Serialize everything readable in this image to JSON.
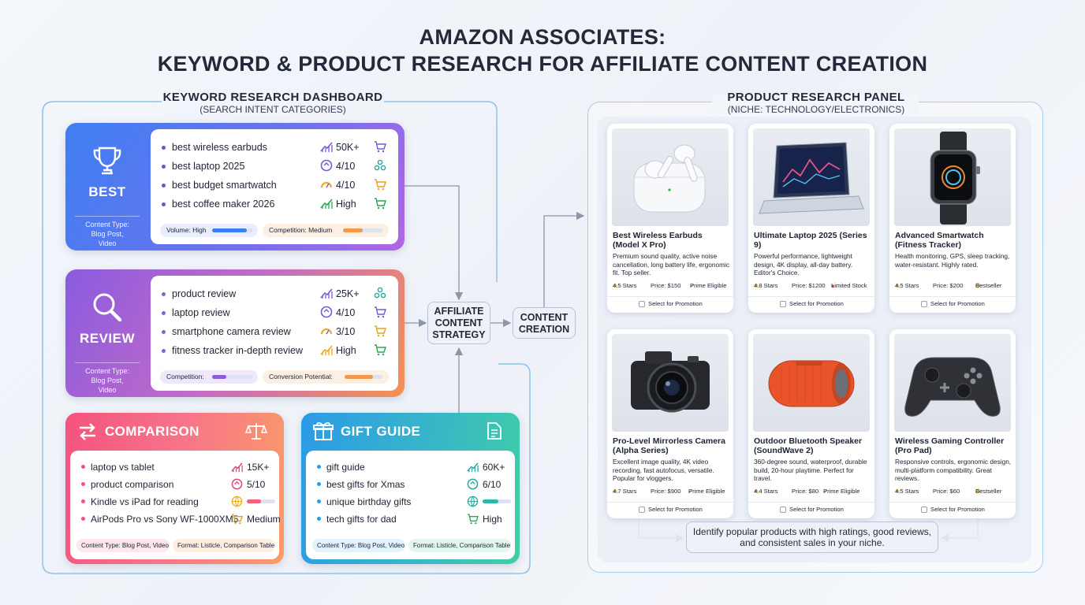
{
  "title_line1": "AMAZON ASSOCIATES:",
  "title_line2": "KEYWORD & PRODUCT RESEARCH FOR AFFILIATE CONTENT CREATION",
  "keyword_dashboard": {
    "title": "KEYWORD RESEARCH DASHBOARD",
    "subtitle": "(SEARCH INTENT CATEGORIES)",
    "best": {
      "name": "BEST",
      "content_type": "Content Type: Blog Post, Video",
      "rows": [
        {
          "keyword": "best wireless earbuds",
          "metric": "50K+"
        },
        {
          "keyword": "best laptop 2025",
          "metric": "4/10"
        },
        {
          "keyword": "best budget smartwatch",
          "metric": "4/10"
        },
        {
          "keyword": "best coffee maker 2026",
          "metric": "High"
        }
      ],
      "pill1": "Volume: High",
      "pill1_level": 0.85,
      "pill2": "Competition: Medium",
      "pill2_level": 0.5
    },
    "review": {
      "name": "REVIEW",
      "content_type": "Content Type: Blog Post, Video",
      "rows": [
        {
          "keyword": "product review",
          "metric": "25K+"
        },
        {
          "keyword": "laptop review",
          "metric": "4/10"
        },
        {
          "keyword": "smartphone camera review",
          "metric": "3/10"
        },
        {
          "keyword": "fitness tracker in-depth review",
          "metric": "High"
        }
      ],
      "pill1": "Competition:",
      "pill1_level": 0.35,
      "pill2": "Conversion Potential:",
      "pill2_level": 0.75
    },
    "comparison": {
      "name": "COMPARISON",
      "rows": [
        {
          "keyword": "laptop vs tablet",
          "metric": "15K+"
        },
        {
          "keyword": "product comparison",
          "metric": "5/10"
        },
        {
          "keyword": "Kindle vs iPad for reading",
          "metric": ""
        },
        {
          "keyword": "AirPods Pro vs Sony WF-1000XM5",
          "metric": "Medium"
        }
      ],
      "row3_level": 0.5,
      "pill1": "Content Type: Blog Post, Video",
      "pill2": "Format: Listicle, Comparison Table"
    },
    "gift": {
      "name": "GIFT GUIDE",
      "rows": [
        {
          "keyword": "gift guide",
          "metric": "60K+"
        },
        {
          "keyword": "best gifts for Xmas",
          "metric": "6/10"
        },
        {
          "keyword": "unique birthday gifts",
          "metric": ""
        },
        {
          "keyword": "tech gifts for dad",
          "metric": "High"
        }
      ],
      "row3_level": 0.55,
      "pill1": "Content Type: Blog Post, Video",
      "pill2": "Format: Listicle, Comparison Table"
    }
  },
  "flow": {
    "strategy_line1": "AFFILIATE",
    "strategy_line2": "CONTENT",
    "strategy_line3": "STRATEGY",
    "creation_line1": "CONTENT",
    "creation_line2": "CREATION"
  },
  "product_panel": {
    "title": "PRODUCT RESEARCH PANEL",
    "subtitle": "(NICHE: TECHNOLOGY/ELECTRONICS)",
    "select_label": "Select for Promotion",
    "products": [
      {
        "title": "Best Wireless Earbuds (Model X Pro)",
        "desc": "Premium sound quality, active noise cancellation, long battery life, ergonomic fit. Top seller.",
        "stars": "4.5 Stars",
        "price": "Price: $150",
        "badge": "Prime Eligible",
        "icon": "earbuds-icon"
      },
      {
        "title": "Ultimate Laptop 2025 (Series 9)",
        "desc": "Powerful performance, lightweight design, 4K display, all-day battery. Editor's Choice.",
        "stars": "4.8 Stars",
        "price": "Price: $1200",
        "badge": "Limited Stock",
        "icon": "laptop-icon"
      },
      {
        "title": "Advanced Smartwatch (Fitness Tracker)",
        "desc": "Health monitoring, GPS, sleep tracking, water-resistant. Highly rated.",
        "stars": "4.5 Stars",
        "price": "Price: $200",
        "badge": "Bestseller",
        "icon": "smartwatch-icon"
      },
      {
        "title": "Pro-Level Mirrorless Camera (Alpha Series)",
        "desc": "Excellent image quality, 4K video recording, fast autofocus, versatile. Popular for vloggers.",
        "stars": "4.7 Stars",
        "price": "Price: $900",
        "badge": "Prime Eligible",
        "icon": "camera-icon"
      },
      {
        "title": "Outdoor Bluetooth Speaker (SoundWave 2)",
        "desc": "360-degree sound, waterproof, durable build, 20-hour playtime. Perfect for travel.",
        "stars": "4.4 Stars",
        "price": "Price: $80",
        "badge": "Prime Eligible",
        "icon": "speaker-icon"
      },
      {
        "title": "Wireless Gaming Controller (Pro Pad)",
        "desc": "Responsive controls, ergonomic design, multi-platform compatibility. Great reviews.",
        "stars": "4.5 Stars",
        "price": "Price: $60",
        "badge": "Bestseller",
        "icon": "controller-icon"
      }
    ],
    "note": "Identify popular products with high ratings, good reviews, and consistent sales in your niche."
  }
}
